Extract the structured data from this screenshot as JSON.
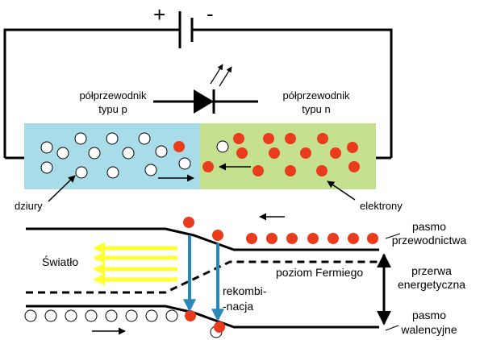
{
  "battery": {
    "plus": "+",
    "minus": "-"
  },
  "labels": {
    "p_type_line1": "półprzewodnik",
    "p_type_line2": "typu p",
    "n_type_line1": "półprzewodnik",
    "n_type_line2": "typu n",
    "holes": "dziury",
    "electrons": "elektrony",
    "light": "Światło",
    "fermi_level": "poziom Fermiego",
    "conduction_band_line1": "pasmo",
    "conduction_band_line2": "przewodnictwa",
    "band_gap_line1": "przerwa",
    "band_gap_line2": "energetyczna",
    "valence_band_line1": "pasmo",
    "valence_band_line2": "walencyjne",
    "recombination_line1": "rekombi-",
    "recombination_line2": "-nacja"
  },
  "colors": {
    "p_region": "#a8dce9",
    "n_region": "#c5e18f",
    "electron": "#ea3b1c",
    "hole": "#ffffff",
    "light_arrow": "#ffff33",
    "recombination_arrow": "#2a88b8",
    "line": "#000000"
  }
}
